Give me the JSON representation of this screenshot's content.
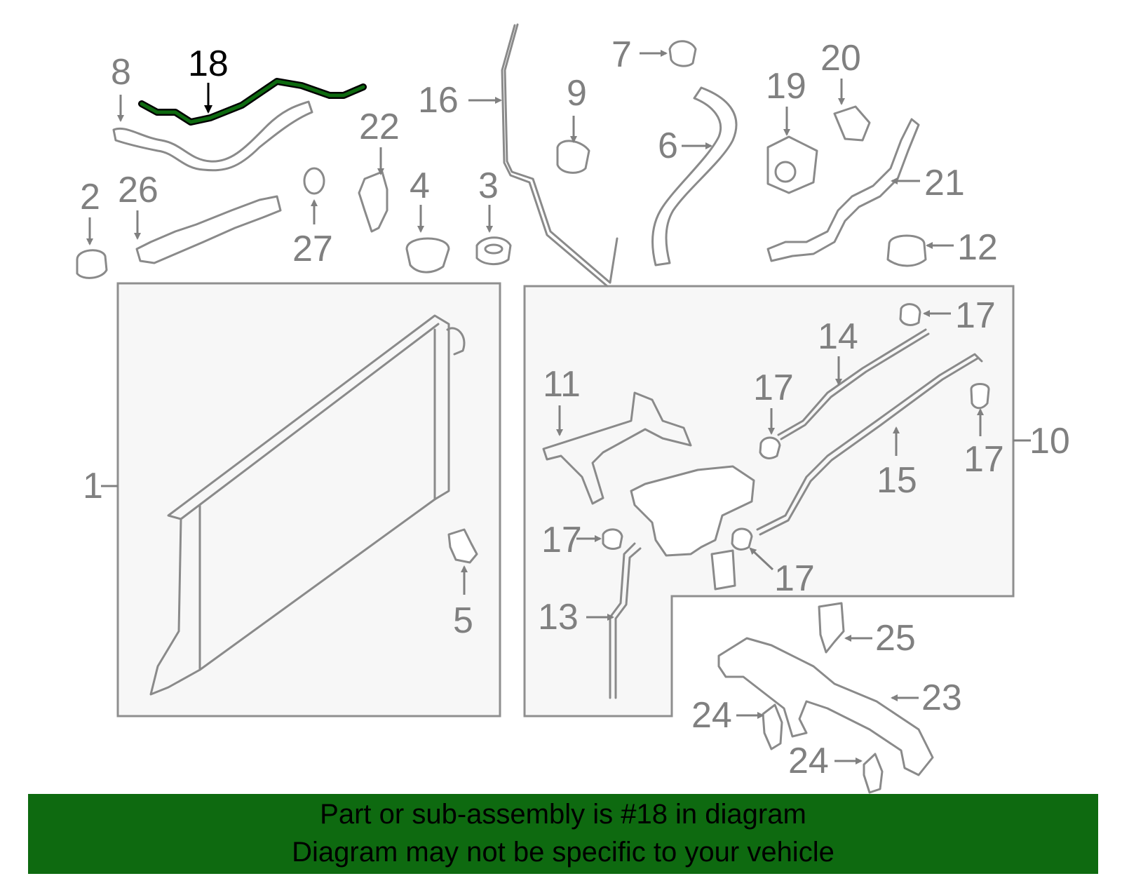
{
  "highlight_color": "#0e6a10",
  "callouts": {
    "c1": "1",
    "c2": "2",
    "c3": "3",
    "c4": "4",
    "c5": "5",
    "c6": "6",
    "c7": "7",
    "c8": "8",
    "c9": "9",
    "c10": "10",
    "c11": "11",
    "c12": "12",
    "c13": "13",
    "c14": "14",
    "c15": "15",
    "c16": "16",
    "c17": "17",
    "c18": "18",
    "c19": "19",
    "c20": "20",
    "c21": "21",
    "c22": "22",
    "c23": "23",
    "c24": "24",
    "c25": "25",
    "c26": "26",
    "c27": "27"
  },
  "banner": {
    "line1": "Part or sub-assembly is #18 in diagram",
    "line2": "Diagram may not be specific to your vehicle"
  }
}
